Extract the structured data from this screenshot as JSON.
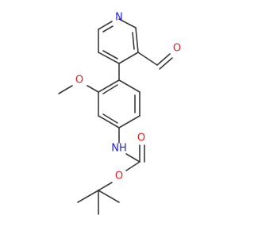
{
  "colors": {
    "bond": "#3a3a3a",
    "nitrogen": "#1e1ef0",
    "oxygen": "#e01e1e",
    "background": "#ffffff"
  },
  "atoms": {
    "pyridine_n": {
      "label": "N",
      "color": "nitrogen"
    },
    "aldehyde_o": {
      "label": "O",
      "color": "oxygen"
    },
    "methoxy_o": {
      "label": "O",
      "color": "oxygen"
    },
    "amide_nh": {
      "label": "NH",
      "color": "nitrogen"
    },
    "carbonyl_o": {
      "label": "O",
      "color": "oxygen"
    },
    "ester_o": {
      "label": "O",
      "color": "oxygen"
    }
  }
}
